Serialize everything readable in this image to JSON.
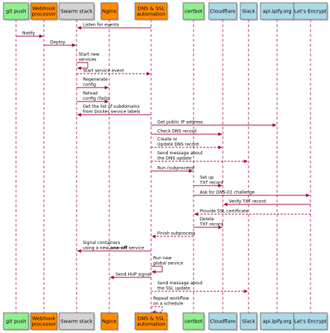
{
  "colors": {
    "arrow": "#a80036",
    "lifeline": "#a80036",
    "green": "#90ee90",
    "orange": "#ff8c00",
    "grey": "#d3d3d3",
    "blue": "#add8e6",
    "border": "#555555"
  },
  "participants": [
    {
      "id": "gitpush",
      "lines": [
        "git push"
      ],
      "color": "green"
    },
    {
      "id": "webhook",
      "lines": [
        "Webhook",
        "processor"
      ],
      "color": "orange"
    },
    {
      "id": "swarm",
      "lines": [
        "Swarm stack"
      ],
      "color": "grey"
    },
    {
      "id": "nginx",
      "lines": [
        "Nginx"
      ],
      "color": "orange"
    },
    {
      "id": "dns",
      "lines": [
        "DNS & SSL",
        "automation"
      ],
      "color": "orange"
    },
    {
      "id": "certbot",
      "lines": [
        "certbot"
      ],
      "color": "green"
    },
    {
      "id": "cloudflare",
      "lines": [
        "Cloudflare"
      ],
      "color": "blue"
    },
    {
      "id": "slack",
      "lines": [
        "Slack"
      ],
      "color": "blue"
    },
    {
      "id": "ipify",
      "lines": [
        "api.ipify.org"
      ],
      "color": "blue"
    },
    {
      "id": "letsencrypt",
      "lines": [
        "Let's Encrypt"
      ],
      "color": "blue"
    }
  ],
  "messages": [
    {
      "from": "dns",
      "to": "swarm",
      "dashed": false,
      "label": [
        [
          {
            "t": "Listen for events"
          }
        ]
      ]
    },
    {
      "from": "gitpush",
      "to": "webhook",
      "dashed": false,
      "label": [
        [
          {
            "t": "Notify"
          }
        ]
      ]
    },
    {
      "from": "webhook",
      "to": "swarm",
      "dashed": false,
      "label": [
        [
          {
            "t": "Deploy"
          }
        ]
      ]
    },
    {
      "from": "swarm",
      "to": "swarm",
      "dashed": false,
      "label": [
        [
          {
            "t": "Start new"
          }
        ],
        [
          {
            "t": "services"
          }
        ]
      ]
    },
    {
      "from": "swarm",
      "to": "dns",
      "dashed": true,
      "label": [
        [
          {
            "t": "Start service event"
          }
        ]
      ]
    },
    {
      "from": "swarm",
      "to": "nginx",
      "dashed": false,
      "label": [
        [
          {
            "t": "Regenerate"
          }
        ],
        [
          {
            "t": "config"
          }
        ]
      ]
    },
    {
      "from": "swarm",
      "to": "nginx",
      "dashed": false,
      "label": [
        [
          {
            "t": "Reload"
          }
        ],
        [
          {
            "t": "config "
          },
          {
            "t": "(fails)",
            "s": "i"
          }
        ]
      ]
    },
    {
      "from": "dns",
      "to": "swarm",
      "dashed": false,
      "label": [
        [
          {
            "t": "Get the list of subdomains"
          }
        ],
        [
          {
            "t": "from Docker service labels"
          }
        ]
      ]
    },
    {
      "from": "dns",
      "to": "ipify",
      "dashed": false,
      "label": [
        [
          {
            "t": "Get public IP address"
          }
        ]
      ]
    },
    {
      "from": "dns",
      "to": "cloudflare",
      "dashed": false,
      "label": [
        [
          {
            "t": "Check DNS record"
          }
        ]
      ]
    },
    {
      "from": "dns",
      "to": "cloudflare",
      "dashed": true,
      "label": [
        [
          {
            "t": "Create or"
          }
        ],
        [
          {
            "t": "Update DNS record"
          }
        ]
      ]
    },
    {
      "from": "dns",
      "to": "slack",
      "dashed": true,
      "label": [
        [
          {
            "t": "Send message about"
          }
        ],
        [
          {
            "t": "the DNS update"
          }
        ]
      ]
    },
    {
      "from": "dns",
      "to": "certbot",
      "dashed": false,
      "label": [
        [
          {
            "t": "Run "
          },
          {
            "t": "(subprocess)",
            "s": "i"
          }
        ]
      ]
    },
    {
      "from": "certbot",
      "to": "cloudflare",
      "dashed": false,
      "label": [
        [
          {
            "t": "Set up"
          }
        ],
        [
          {
            "t": "TXT record"
          }
        ]
      ]
    },
    {
      "from": "certbot",
      "to": "letsencrypt",
      "dashed": false,
      "label": [
        [
          {
            "t": "Ask for "
          },
          {
            "t": "DNS-01",
            "s": "i"
          },
          {
            "t": " challenge"
          }
        ]
      ]
    },
    {
      "from": "letsencrypt",
      "to": "cloudflare",
      "dashed": false,
      "label": [
        [
          {
            "t": "Verify TXT record"
          }
        ]
      ]
    },
    {
      "from": "letsencrypt",
      "to": "certbot",
      "dashed": true,
      "label": [
        [
          {
            "t": "Provide SSL certificate"
          }
        ]
      ]
    },
    {
      "from": "certbot",
      "to": "cloudflare",
      "dashed": false,
      "label": [
        [
          {
            "t": "Delete"
          }
        ],
        [
          {
            "t": "TXT record"
          }
        ]
      ]
    },
    {
      "from": "certbot",
      "to": "dns",
      "dashed": true,
      "label": [
        [
          {
            "t": "Finish subprocess"
          }
        ]
      ]
    },
    {
      "from": "dns",
      "to": "swarm",
      "dashed": false,
      "label": [
        [
          {
            "t": "Signal containers"
          }
        ],
        [
          {
            "t": "using a new "
          },
          {
            "t": "one-off",
            "s": "b"
          },
          {
            "t": " service"
          }
        ]
      ]
    },
    {
      "from": "dns",
      "to": "dns",
      "dashed": false,
      "label": [
        [
          {
            "t": "Run new"
          }
        ],
        [
          {
            "t": "global",
            "s": "i"
          },
          {
            "t": " service"
          }
        ]
      ]
    },
    {
      "from": "dns",
      "to": "nginx",
      "dashed": false,
      "label": [
        [
          {
            "t": "Send HUP signal"
          }
        ]
      ]
    },
    {
      "from": "dns",
      "to": "slack",
      "dashed": true,
      "label": [
        [
          {
            "t": "Send message about"
          }
        ],
        [
          {
            "t": "the SSL update"
          }
        ]
      ]
    },
    {
      "from": "dns",
      "to": "dns",
      "dashed": true,
      "label": [
        [
          {
            "t": "Repeat workflow"
          }
        ],
        [
          {
            "t": "on a schedule"
          }
        ]
      ]
    }
  ]
}
